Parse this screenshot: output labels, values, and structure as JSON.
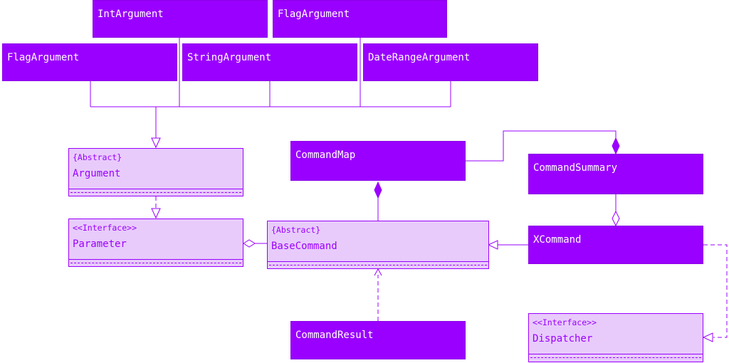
{
  "colors": {
    "accent": "#9a00ff",
    "interface_fill": "#e8cbfb",
    "text_on_accent": "#ffffff"
  },
  "classes": {
    "int_argument": "IntArgument",
    "flag_argument_top": "FlagArgument",
    "flag_argument_left": "FlagArgument",
    "string_argument": "StringArgument",
    "date_range_argument": "DateRangeArgument",
    "command_map": "CommandMap",
    "command_summary": "CommandSummary",
    "x_command": "XCommand",
    "command_result": "CommandResult"
  },
  "abstracts": {
    "argument": {
      "stereotype": "{Abstract}",
      "name": "Argument"
    },
    "base_command": {
      "stereotype": "{Abstract}",
      "name": "BaseCommand"
    }
  },
  "interfaces": {
    "parameter": {
      "stereotype": "<<Interface>>",
      "name": "Parameter"
    },
    "dispatcher": {
      "stereotype": "<<Interface>>",
      "name": "Dispatcher"
    }
  }
}
